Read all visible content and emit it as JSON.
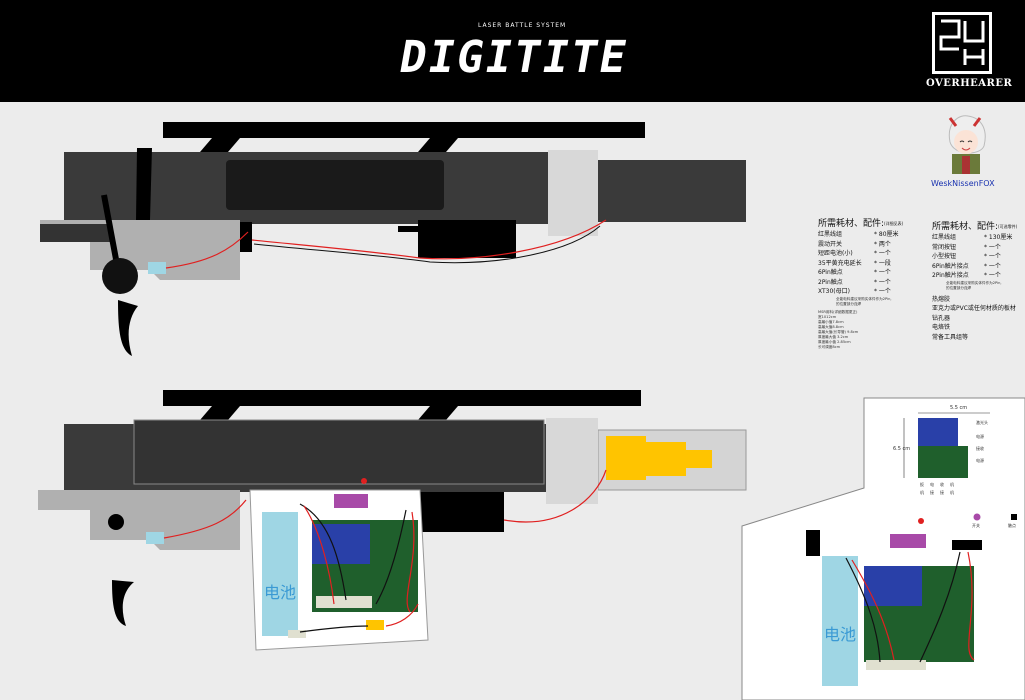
{
  "header": {
    "brand_sub": "LASER BATTLE SYSTEM",
    "brand_title": "DIGITITE",
    "logo_text": "OVERHEARER"
  },
  "credit": "WeskNissenFOX",
  "left_list": {
    "title": "所需耗材、配件:",
    "title_note": "(详细见表)",
    "items": [
      {
        "name": "红黑线组",
        "qty": "* 80厘米"
      },
      {
        "name": "震动开关",
        "qty": "* 两个"
      },
      {
        "name": "短距电池(小)",
        "qty": "* 一个"
      },
      {
        "name": "35平黄充电延长",
        "qty": "* 一段"
      },
      {
        "name": "6Pin触点",
        "qty": "* 一个"
      },
      {
        "name": "2Pin触点",
        "qty": "* 一个"
      },
      {
        "name": "XT30(母口)",
        "qty": "* 一个"
      }
    ],
    "note1": "全能电料建议采购实体件作为2Pin,",
    "note2": "的位置部分连焊",
    "spec_title": "MSR用料(详细数据更正)",
    "specs": [
      "宽1012cm",
      "高最小值7.8cm",
      "高最大值8.8cm",
      "高最大值(长导管) 9.8cm",
      "厚度最大值 3.2cm",
      "厚度最小值 2.85cm",
      "长可调度8cm"
    ]
  },
  "right_list": {
    "title": "所需耗材、配件:",
    "title_note": "(可选零件)",
    "items": [
      {
        "name": "红黑线组",
        "qty": "* 130厘米"
      },
      {
        "name": "常闭按钮",
        "qty": "* 一个"
      },
      {
        "name": "小型按钮",
        "qty": "* 一个"
      },
      {
        "name": "6Pin触片接点",
        "qty": "* 一个"
      },
      {
        "name": "2Pin触片接点",
        "qty": "* 一个"
      }
    ],
    "note1": "全能电料建议采购实体件作为2Pin,",
    "note2": "的位置部分连焊",
    "extras": [
      "热熔胶",
      "亚克力或PVC或任何材质的板材",
      "钻孔器",
      "电烙铁",
      "常备工具组等"
    ]
  },
  "battery_label": "电池",
  "board_diagram": {
    "width_label": "5.5 cm",
    "height_label": "6.5 cm",
    "side_labels": [
      "激光头",
      "电源",
      "接收",
      "电源"
    ],
    "bottom_labels": [
      "扳",
      "机",
      "电",
      "接",
      "收",
      "接",
      "机",
      "机"
    ],
    "legend_switch": "开关",
    "legend_contact": "触点"
  },
  "colors": {
    "header_bg": "#000000",
    "body_bg": "#ececec",
    "gun_dark": "#3a3a3a",
    "rail": "#000000",
    "battery": "#9fd6e4",
    "pcb": "#1f5f2c",
    "module": "#2940a8",
    "wire_red": "#e02020",
    "connector": "#a84aa8",
    "flash": "#ffc400"
  }
}
